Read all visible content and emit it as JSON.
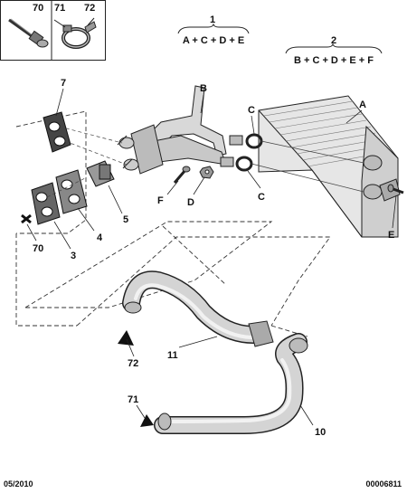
{
  "legend_box": {
    "ref_70": "70",
    "ref_71": "71",
    "ref_72": "72"
  },
  "kits": [
    {
      "number": "1",
      "formula": "A + C + D + E"
    },
    {
      "number": "2",
      "formula": "B + C + D + E + F"
    }
  ],
  "callouts": {
    "A": "A",
    "B": "B",
    "C_upper": "C",
    "C_lower": "C",
    "D": "D",
    "E": "E",
    "F": "F",
    "p3": "3",
    "p4": "4",
    "p5": "5",
    "p7": "7",
    "p10": "10",
    "p11": "11",
    "p70": "70",
    "p71": "71",
    "p72": "72"
  },
  "footer": {
    "date": "05/2010",
    "ref": "00006811"
  }
}
